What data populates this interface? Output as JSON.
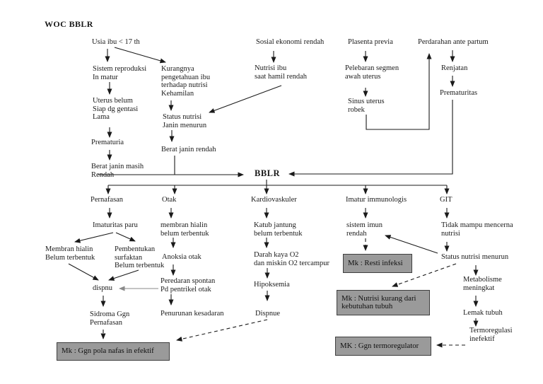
{
  "title": "WOC BBLR",
  "nodes": {
    "usia_ibu": "Usia ibu < 17 th",
    "sistem_reproduksi": "Sistem reproduksi\nIn matur",
    "kurangnya_pengetahuan": "Kurangnya\npengetahuan ibu\nterhadap nutrisi\nKehamilan",
    "uterus_belum": "Uterus belum\nSiap dg gentasi\nLama",
    "status_nutrisi_janin": "Status nutrisi\nJanin menurun",
    "prematuria": "Prematuria",
    "berat_janin_rendah": "Berat janin rendah",
    "berat_janin_masih": "Berat janin masih\nRendah",
    "bblr": "BBLR",
    "sosial_ekonomi": "Sosial ekonomi rendah",
    "nutrisi_ibu": "Nutrisi ibu\nsaat hamil rendah",
    "plasenta_previa": "Plasenta previa",
    "pelebaran_segmen": "Pelebaran segmen\nawah uterus",
    "sinus_uterus": "Sinus uterus\nrobek",
    "perdarahan_ante_partum": "Perdarahan ante partum",
    "renjatan": "Renjatan",
    "prematuritas": "Prematuritas",
    "pernafasan": "Pernafasan",
    "otak": "Otak",
    "kardiovaskuler": "Kardiovaskuler",
    "imatur_immunologis": "Imatur immunologis",
    "git": "GIT",
    "imaturitas_paru": "Imaturitas paru",
    "membran_hialin_otak": "membran hialin\nbelum terbentuk",
    "katub_jantung": "Katub jantung\nbelum terbentuk",
    "sistem_imun": "sistem imun\nrendah",
    "tidak_mampu": "Tidak mampu mencerna\nnutrisi",
    "membran_hialin_paru": "Membran hialin\nBelum terbentuk",
    "pembentukan_surfaktan": "Pembentukan\nsurfaktan\nBelum terbentuk",
    "anoksia_otak": "Anoksia otak",
    "darah_kaya": "Darah kaya O2\ndan miskin O2 tercampur",
    "status_nutrisi_menurun": "Status nutrisi menurun",
    "dispnu": "dispnu",
    "peredaran_spontan": "Peredaran spontan\nPd pentrikel otak",
    "hipoksemia": "Hipoksemia",
    "metabolisme": "Metabolisme\nmeningkat",
    "sidroma": "Sidroma Ggn\nPernafasan",
    "penurunan_kesadaran": "Penurunan kesadaran",
    "dispnue": "Dispnue",
    "lemak_tubuh": "Lemak tubuh",
    "termoregulasi": "Termoregulasi\ninefektif"
  },
  "boxes": {
    "mk_pola_nafas": "Mk : Ggn pola nafas in efektif",
    "mk_resti_infeksi": "Mk : Resti infeksi",
    "mk_nutrisi_kurang": "Mk : Nutrisi kurang dari\nkebutuhan tubuh",
    "mk_termoregulator": "MK : Ggn termoregulator"
  },
  "colors": {
    "background": "#ffffff",
    "text": "#1a1a1a",
    "line": "#1a1a1a",
    "gray_line": "#8a8a8a",
    "mk_box_fill": "#9a9a9a",
    "mk_box_border": "#3f3f3f"
  }
}
